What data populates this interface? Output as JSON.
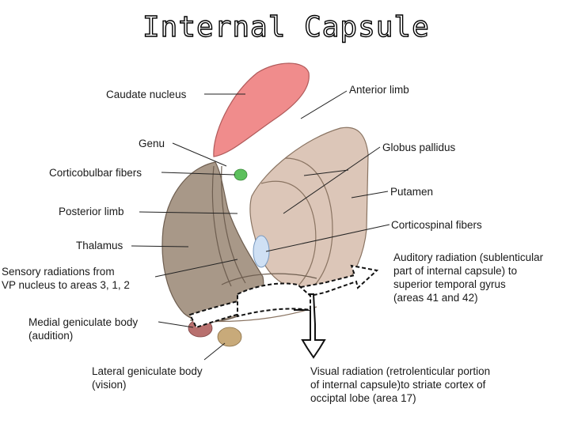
{
  "title": "Internal Capsule",
  "colors": {
    "caudate": "#f08c8c",
    "thalamus": "#a89888",
    "lentiform": "#dcc6b8",
    "corticobulbar": "#5cc05c",
    "corticospinal": "#cfe0f4",
    "medial_geniculate": "#b8706e",
    "lateral_geniculate": "#c8aa7a"
  },
  "labels": {
    "caudate": "Caudate nucleus",
    "anterior_limb": "Anterior limb",
    "genu": "Genu",
    "globus_pallidus": "Globus pallidus",
    "corticobulbar": "Corticobulbar fibers",
    "putamen": "Putamen",
    "posterior_limb": "Posterior limb",
    "corticospinal": "Corticospinal fibers",
    "thalamus": "Thalamus",
    "auditory": [
      "Auditory radiation (sublenticular",
      "part of internal capsule) to",
      "superior temporal gyrus",
      "(areas 41 and 42)"
    ],
    "sensory": [
      "Sensory radiations from",
      "VP nucleus to areas 3, 1, 2"
    ],
    "medial_geniculate": [
      "Medial geniculate body",
      "(audition)"
    ],
    "lateral_geniculate": [
      "Lateral geniculate body",
      "(vision)"
    ],
    "visual": [
      "Visual radiation (retrolenticular portion",
      "of internal capsule)to striate cortex of",
      "occiptal lobe (area 17)"
    ]
  }
}
